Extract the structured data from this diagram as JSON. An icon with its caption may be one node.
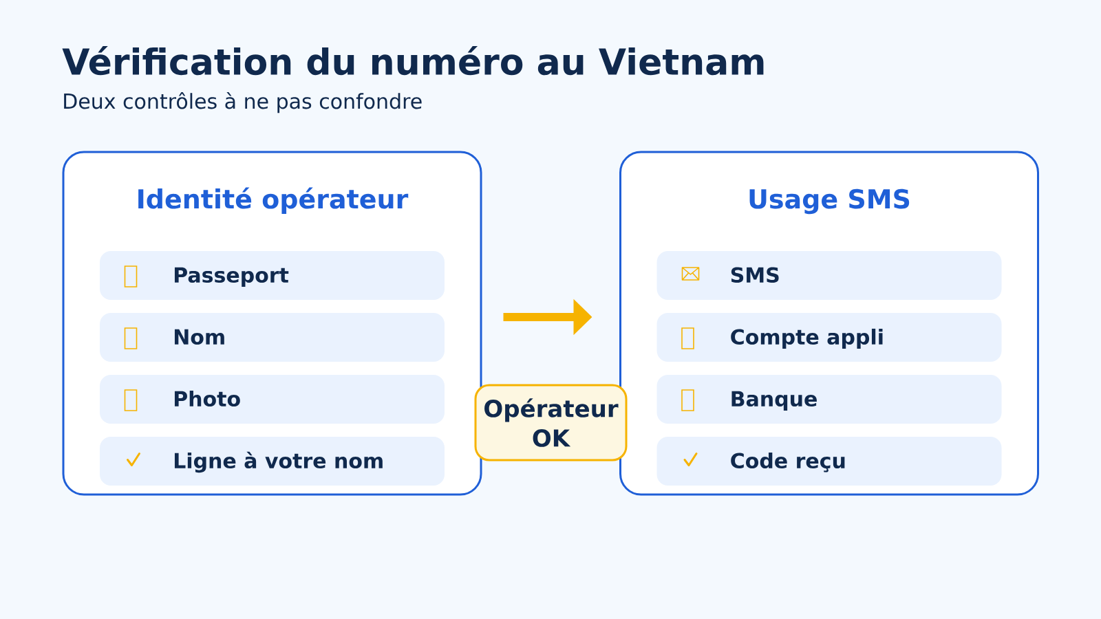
{
  "diagram": {
    "title": "Vérification du numéro au Vietnam",
    "nodes": [
      {
        "text": [
          "Identité opérateur"
        ]
      },
      {
        "text": [
          "Passeport"
        ],
        "in": 0
      },
      {
        "text": [
          "Nom"
        ],
        "in": 0
      },
      {
        "text": [
          "Photo"
        ],
        "in": 0
      },
      {
        "text": [
          "Ligne à votre nom"
        ],
        "in": 0
      },
      {
        "text": [
          "Opérateur OK"
        ]
      },
      {
        "text": [
          "Usage SMS"
        ]
      },
      {
        "text": [
          "SMS"
        ],
        "in": 6
      },
      {
        "text": [
          "Compte appli"
        ],
        "in": 6
      },
      {
        "text": [
          "Banque"
        ],
        "in": 6
      },
      {
        "text": [
          "Code reçu"
        ],
        "in": 6
      }
    ],
    "edges": [
      {
        "from": 0,
        "to": 6,
        "arrow": "to"
      }
    ],
    "labels": [
      "Deux contrôles à ne pas confondre"
    ]
  }
}
